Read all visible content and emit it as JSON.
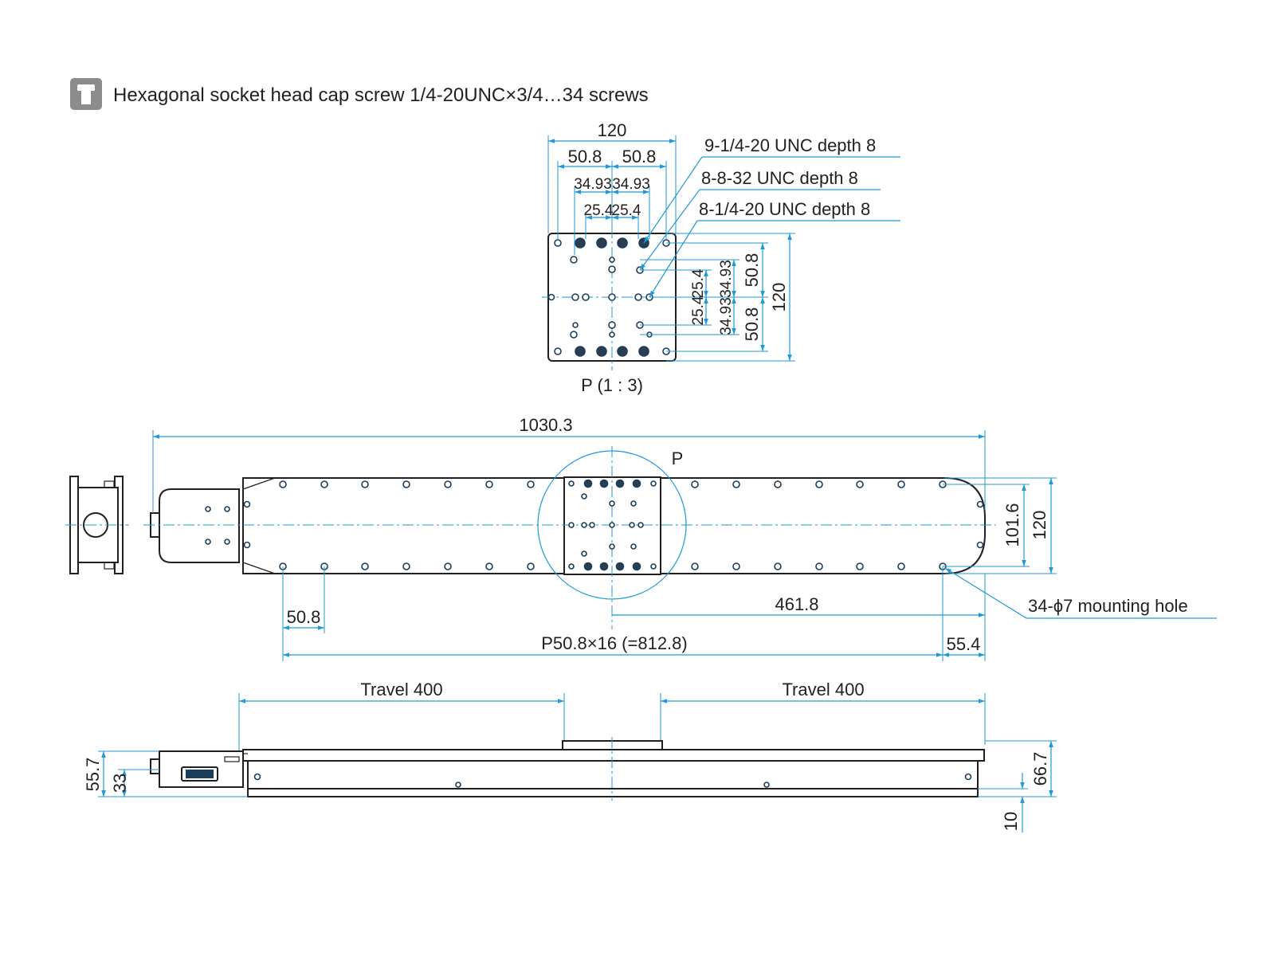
{
  "header": {
    "title": "Hexagonal socket head cap screw 1/4-20UNC×3/4…34 screws",
    "icon": "screw-icon",
    "icon_color": "#8a8c8e"
  },
  "colors": {
    "dimension": "#1f9ad6",
    "outline": "#231f20",
    "hole": "#1a3d5c"
  },
  "detail_view": {
    "label": "P (1 : 3)",
    "dims": {
      "width": "120",
      "half_left": "50.8",
      "half_right": "50.8",
      "c1_left": "34.93",
      "c1_right": "34.93",
      "c2_left": "25.4",
      "c2_right": "25.4",
      "v_total": "120",
      "v_top": "50.8",
      "v_bottom": "50.8",
      "v_c1_top": "34.93",
      "v_c1_bottom": "34.93",
      "v_c2_top": "25.4",
      "v_c2_bottom": "25.4"
    },
    "callouts": [
      "9-1/4-20 UNC depth 8",
      "8-8-32 UNC depth 8",
      "8-1/4-20 UNC depth 8"
    ]
  },
  "plan_view": {
    "detail_marker": "P",
    "overall_length": "1030.3",
    "width_inner": "101.6",
    "width_outer": "120",
    "pitch_first": "50.8",
    "center_to_end": "461.8",
    "pitch_total": "P50.8×16 (=812.8)",
    "end_offset": "55.4",
    "mounting_hole": "34-ϕ7 mounting hole"
  },
  "side_view": {
    "travel_left": "Travel 400",
    "travel_right": "Travel 400",
    "height_motor": "55.7",
    "height_motor_center": "33",
    "height_total": "66.7",
    "base_offset": "10"
  }
}
